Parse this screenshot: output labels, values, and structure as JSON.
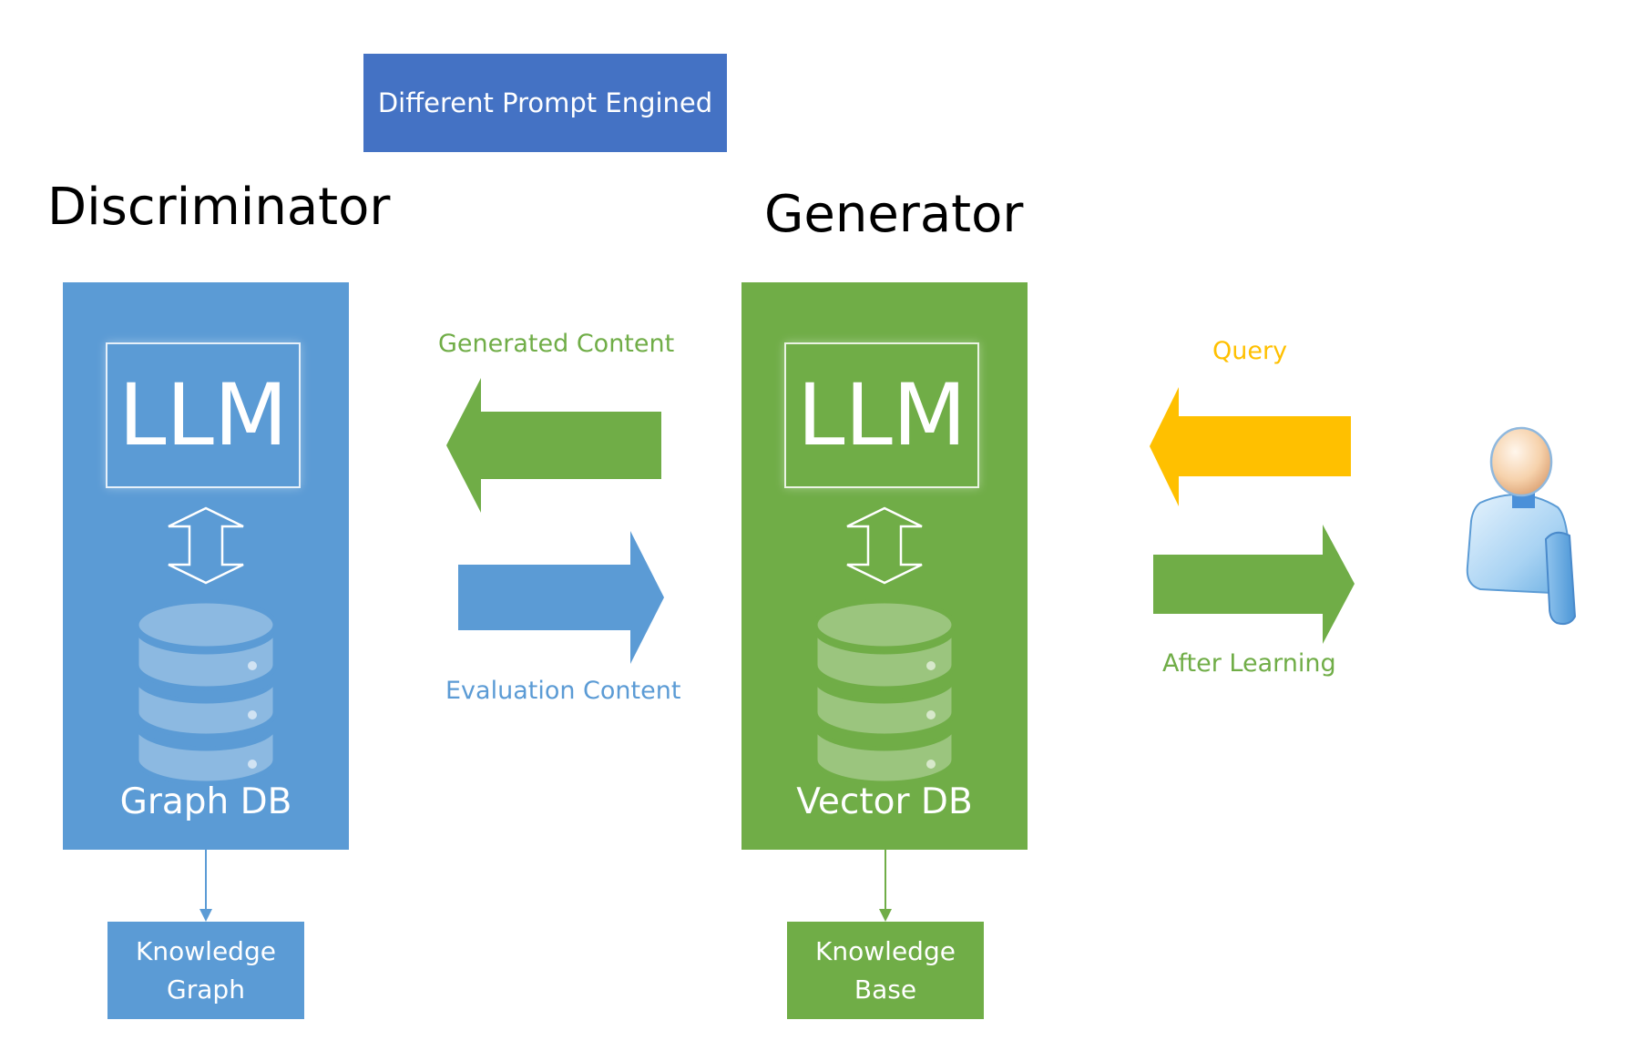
{
  "banner": {
    "label": "Different Prompt Engined"
  },
  "discriminator": {
    "title": "Discriminator",
    "model_label": "LLM",
    "db_label": "Graph DB",
    "output_lines": [
      "Knowledge",
      "Graph"
    ],
    "color": "#5b9bd5"
  },
  "generator": {
    "title": "Generator",
    "model_label": "LLM",
    "db_label": "Vector DB",
    "output_lines": [
      "Knowledge",
      "Base"
    ],
    "color": "#70ad47"
  },
  "flows": {
    "generated_content": {
      "label": "Generated Content",
      "color": "#70ad47"
    },
    "evaluation_content": {
      "label": "Evaluation Content",
      "color": "#5b9bd5"
    },
    "query": {
      "label": "Query",
      "color": "#ffc000"
    },
    "after_learning": {
      "label": "After Learning",
      "color": "#70ad47"
    }
  },
  "icons": {
    "user": "user-icon",
    "database": "database-icon",
    "bidirectional": "double-arrow-icon"
  },
  "colors": {
    "banner": "#4472c4",
    "blue": "#5b9bd5",
    "green": "#70ad47",
    "yellow": "#ffc000"
  }
}
